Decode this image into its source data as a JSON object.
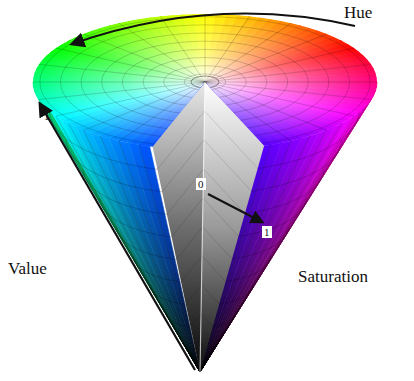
{
  "diagram": {
    "labels": [
      "Hue",
      "1",
      "0",
      "1",
      "Value",
      "Saturation"
    ]
  }
}
